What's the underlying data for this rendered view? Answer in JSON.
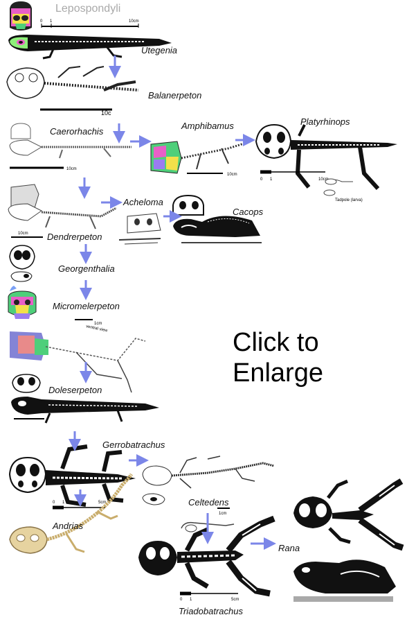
{
  "title": "Lepospondyli",
  "enlarge": {
    "line1": "Click to",
    "line2": "Enlarge"
  },
  "colors": {
    "arrow": "#7b86e8",
    "title_gray": "#a9a9a9",
    "bone": "#ffffff",
    "skeleton": "#000000",
    "andrias_bone": "#d9c48f"
  },
  "taxa": {
    "utegenia": "Utegenia",
    "balanerpeton": "Balanerpeton",
    "caerorhachis": "Caerorhachis",
    "amphibamus": "Amphibamus",
    "platyrhinops": "Platyrhinops",
    "acheloma": "Acheloma",
    "cacops": "Cacops",
    "dendrerpeton": "Dendrerpeton",
    "georgenthalia": "Georgenthalia",
    "micromelerpeton": "Micromelerpeton",
    "doleserpeton": "Doleserpeton",
    "gerrobatrachus": "Gerrobatrachus",
    "celtedens": "Celtedens",
    "andrias": "Andrias",
    "rana": "Rana",
    "triadobatrachus": "Triadobatrachus"
  },
  "scale_labels": {
    "top_zero": "0",
    "top_one": "1",
    "top_ten": "10cm",
    "balanerpeton": "10c",
    "caerorhachis": "10cm",
    "amphibamus": "10cm",
    "plat_zero": "0",
    "plat_one": "1",
    "plat_ten": "10cm",
    "dendrerpeton": "10cm",
    "micromelerpeton": "1cm",
    "gerro_zero": "0",
    "gerro_one": "1",
    "gerro_five": "5cm",
    "celtedens": "1cm",
    "triado_zero": "0",
    "triado_one": "1",
    "triado_five": "5cm"
  },
  "notes": {
    "ventral_view": "ventral view",
    "tadpole": "Tadpole (larva)"
  }
}
